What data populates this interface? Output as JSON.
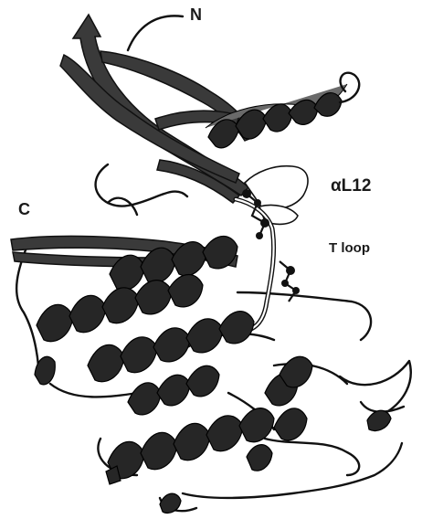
{
  "labels": {
    "n_terminus": "N",
    "c_terminus": "C",
    "helix_alpha_l12": "αL12",
    "t_loop": "T loop"
  },
  "colors": {
    "background": "#ffffff",
    "ribbon": "#262626",
    "highlight_loop": "#ffffff"
  }
}
